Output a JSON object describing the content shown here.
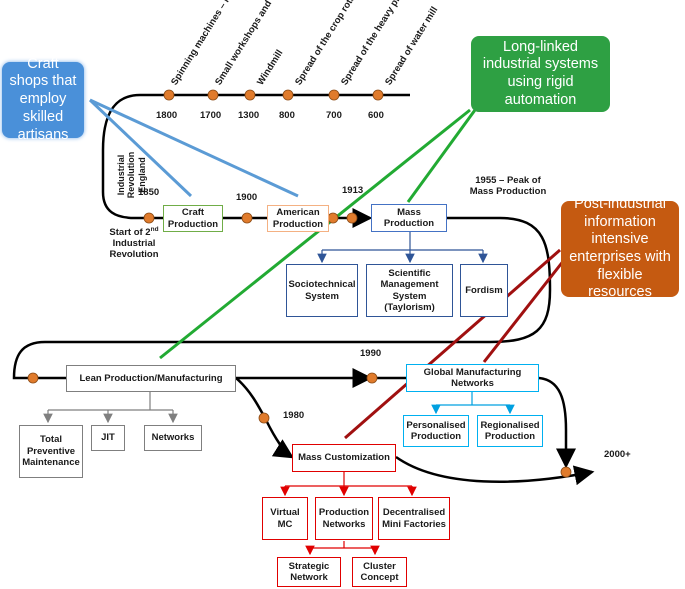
{
  "callouts": {
    "craft": "Craft shops that employ skilled artisans",
    "rigid": "Long-linked industrial systems using rigid automation",
    "postindustrial": "Post-industrial information intensive enterprises with flexible resources"
  },
  "top_events": [
    {
      "label": "Spinning machines – New factories",
      "year": "1800"
    },
    {
      "label": "Small workshops and farm workers",
      "year": "1700"
    },
    {
      "label": "Windmill",
      "year": "1300"
    },
    {
      "label": "Spread of the crop rotation system",
      "year": "800"
    },
    {
      "label": "Spread of the heavy plow",
      "year": "700"
    },
    {
      "label": "Spread of water mill",
      "year": "600"
    }
  ],
  "side_label": "Industrial Revolution England",
  "years": {
    "y1850": "1850",
    "y1900": "1900",
    "y1913": "1913",
    "y1990": "1990",
    "y1980": "1980",
    "y2000": "2000+"
  },
  "start_label": {
    "pre": "Start of 2",
    "sup": "nd",
    "post": "Industrial Revolution"
  },
  "peak_label": "1955 – Peak of Mass Production",
  "boxes": {
    "craft": "Craft Production",
    "american": "American Production",
    "mass": "Mass Production",
    "sociotech": "Sociotechnical System",
    "scientific": "Scientific Management System (Taylorism)",
    "fordism": "Fordism",
    "lean": "Lean Production/Manufacturing",
    "tpm": "Total Preventive Maintenance",
    "jit": "JIT",
    "networks": "Networks",
    "global": "Global Manufacturing Networks",
    "personalised": "Personalised Production",
    "regionalised": "Regionalised Production",
    "masscust": "Mass Customization",
    "virtual": "Virtual MC",
    "prodnet": "Production Networks",
    "decentral": "Decentralised Mini Factories",
    "strategic": "Strategic Network",
    "cluster": "Cluster Concept"
  },
  "colors": {
    "timeline": "#000000",
    "node": "#e07b2c",
    "craft_callout": "#4a90d9",
    "rigid_callout": "#2ea043",
    "post_callout": "#c55a11",
    "craft_box": "#70ad47",
    "american_box": "#f4b183",
    "mass_box": "#4472c4",
    "lean_box": "#7f7f7f",
    "global_box": "#00b0f0",
    "masscust_box": "#e00000",
    "connector_blue": "#5b9bd5",
    "connector_green": "#22aa33",
    "connector_red": "#a01010"
  }
}
